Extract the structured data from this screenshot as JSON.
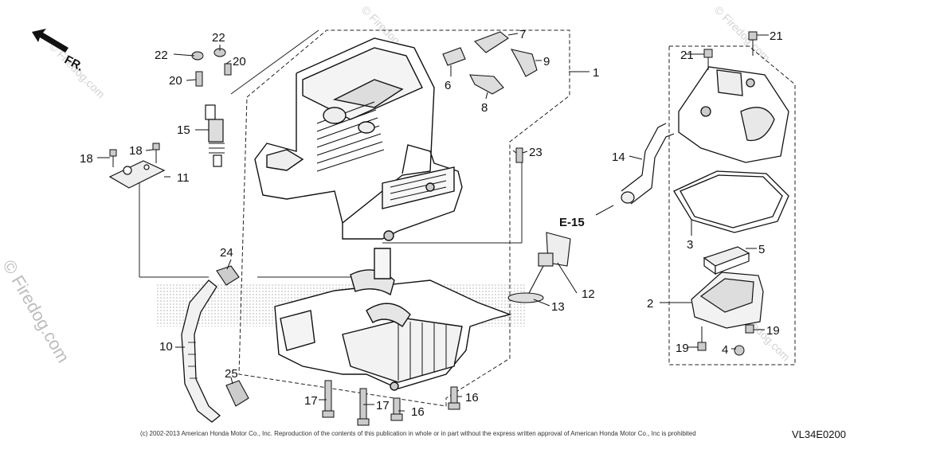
{
  "orientation": {
    "label": "FR."
  },
  "reference": {
    "label": "E-15"
  },
  "watermark": {
    "side_text": "© Firedog.com",
    "corner_text": "© Firedog.com"
  },
  "footer": {
    "copyright": "(c) 2002-2013 American Honda Motor Co., Inc. Reproduction of the contents of this publication in whole or in part without the express written approval of American Honda Motor Co., Inc is prohibited",
    "diagram_code": "VL34E0200"
  },
  "callouts": {
    "c1": "1",
    "c2": "2",
    "c3": "3",
    "c4": "4",
    "c5": "5",
    "c6": "6",
    "c7": "7",
    "c8": "8",
    "c9": "9",
    "c10": "10",
    "c11": "11",
    "c12": "12",
    "c13": "13",
    "c14": "14",
    "c15": "15",
    "c16a": "16",
    "c16b": "16",
    "c17a": "17",
    "c17b": "17",
    "c18a": "18",
    "c18b": "18",
    "c19a": "19",
    "c19b": "19",
    "c20a": "20",
    "c20b": "20",
    "c21a": "21",
    "c21b": "21",
    "c22a": "22",
    "c22b": "22",
    "c23": "23",
    "c24": "24",
    "c25": "25"
  }
}
